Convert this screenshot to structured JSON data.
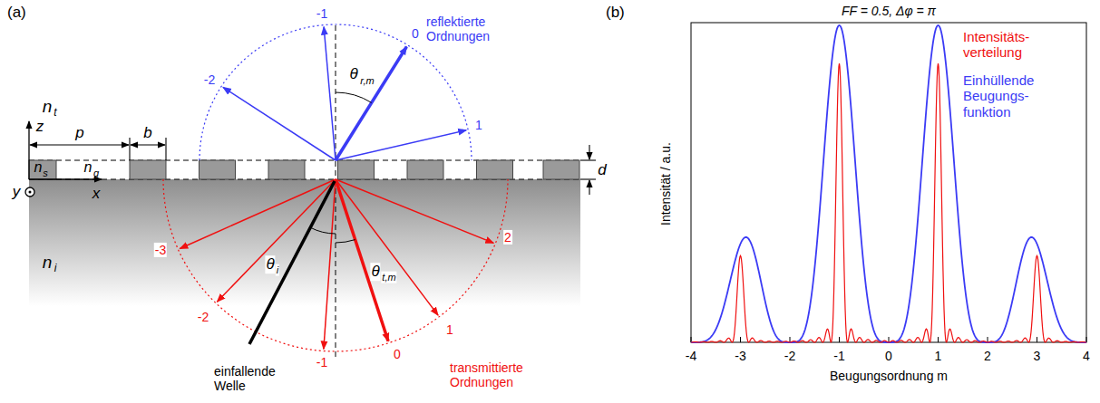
{
  "diagram": {
    "title": "FF = 0.5, Δφ = π",
    "labels": [
      "(a)",
      "(b)",
      "z",
      "n",
      "t",
      "p",
      "b",
      "d",
      "n",
      "s",
      "n",
      "g",
      "y",
      "x",
      "n",
      "i",
      "-1",
      "0",
      "-2",
      "1",
      "θ",
      "r,m",
      "reflektierte Ordnungen",
      "θ",
      "i",
      "θ",
      "t,m",
      "-3",
      "2",
      "-2",
      "1",
      "-1",
      "0",
      "transmittierte Ordnungen",
      "einfallende Welle",
      "Intensitäts- verteilung",
      "Einhüllende Beugungs- funktion",
      "Intensität / a.u.",
      "Beugungsordnung m",
      "-4",
      "-3",
      "-2",
      "-1",
      "0",
      "1",
      "2",
      "3",
      "4"
    ]
  }
}
